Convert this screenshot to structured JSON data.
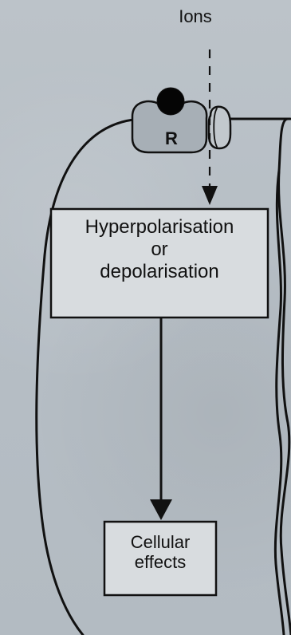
{
  "diagram": {
    "ions_label": "Ions",
    "receptor_label": "R",
    "process_box_label": "Hyperpolarisation\nor\ndepolarisation",
    "effects_box_label": "Cellular\neffects",
    "colors": {
      "ink": "#111111",
      "background": "#b9c0c6",
      "box_fill": "#d9dde0",
      "receptor_fill": "#a8b0b6",
      "channel_fill": "#c2c8cd"
    }
  }
}
